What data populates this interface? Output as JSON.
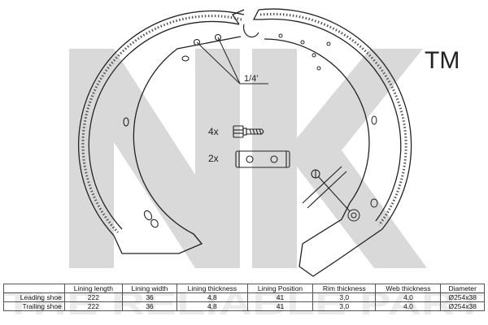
{
  "brand": {
    "logo_text": "NK",
    "trademark": "TM",
    "tagline": "THE RELIABLE PART",
    "watermark_color": "#d9d9d9"
  },
  "callouts": {
    "thread_angle": "1/4'",
    "bolt_qty": "4x",
    "plate_qty": "2x"
  },
  "table": {
    "headers": [
      "",
      "Lining length",
      "Lining width",
      "Lining thickness",
      "Lining Position",
      "Rim thickness",
      "Web thickness",
      "Diameter"
    ],
    "rows": [
      {
        "name": "Leading shoe",
        "cells": [
          "222",
          "36",
          "4,8",
          "41",
          "3,0",
          "4,0",
          "Ø254x38"
        ]
      },
      {
        "name": "Trailing shoe",
        "cells": [
          "222",
          "36",
          "4,8",
          "41",
          "3,0",
          "4,0",
          "Ø254x38"
        ]
      }
    ]
  },
  "colors": {
    "line": "#222222",
    "lining_dots": "#555555"
  }
}
